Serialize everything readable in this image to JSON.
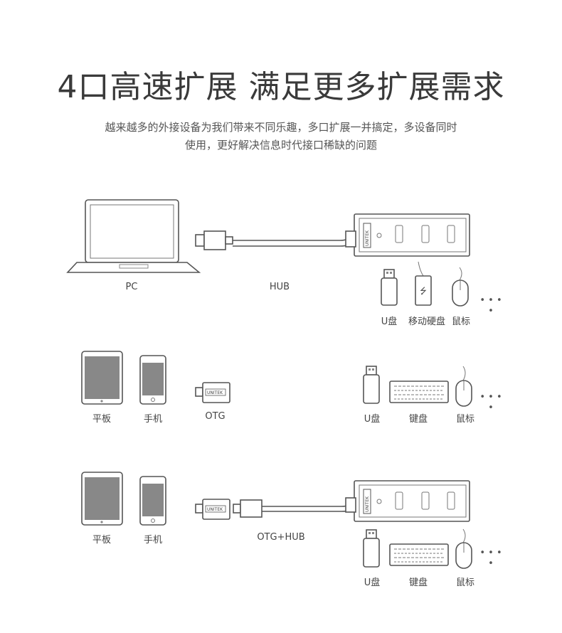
{
  "header": {
    "title": "4口高速扩展 满足更多扩展需求",
    "subtitle_line1": "越来越多的外接设备为我们带来不同乐趣，多口扩展一并搞定，多设备同时",
    "subtitle_line2": "使用，更好解决信息时代接口稀缺的问题"
  },
  "scene1": {
    "pc_label": "PC",
    "hub_label": "HUB",
    "udisk_label": "U盘",
    "hdd_label": "移动硬盘",
    "mouse_label": "鼠标",
    "brand": "UNITEK"
  },
  "scene2": {
    "tablet_label": "平板",
    "phone_label": "手机",
    "otg_label": "OTG",
    "udisk_label": "U盘",
    "keyboard_label": "键盘",
    "mouse_label": "鼠标",
    "brand": "UNITEK"
  },
  "scene3": {
    "tablet_label": "平板",
    "phone_label": "手机",
    "otghub_label": "OTG+HUB",
    "udisk_label": "U盘",
    "keyboard_label": "键盘",
    "mouse_label": "鼠标",
    "brand": "UNITEK"
  },
  "dots": "• • • •"
}
